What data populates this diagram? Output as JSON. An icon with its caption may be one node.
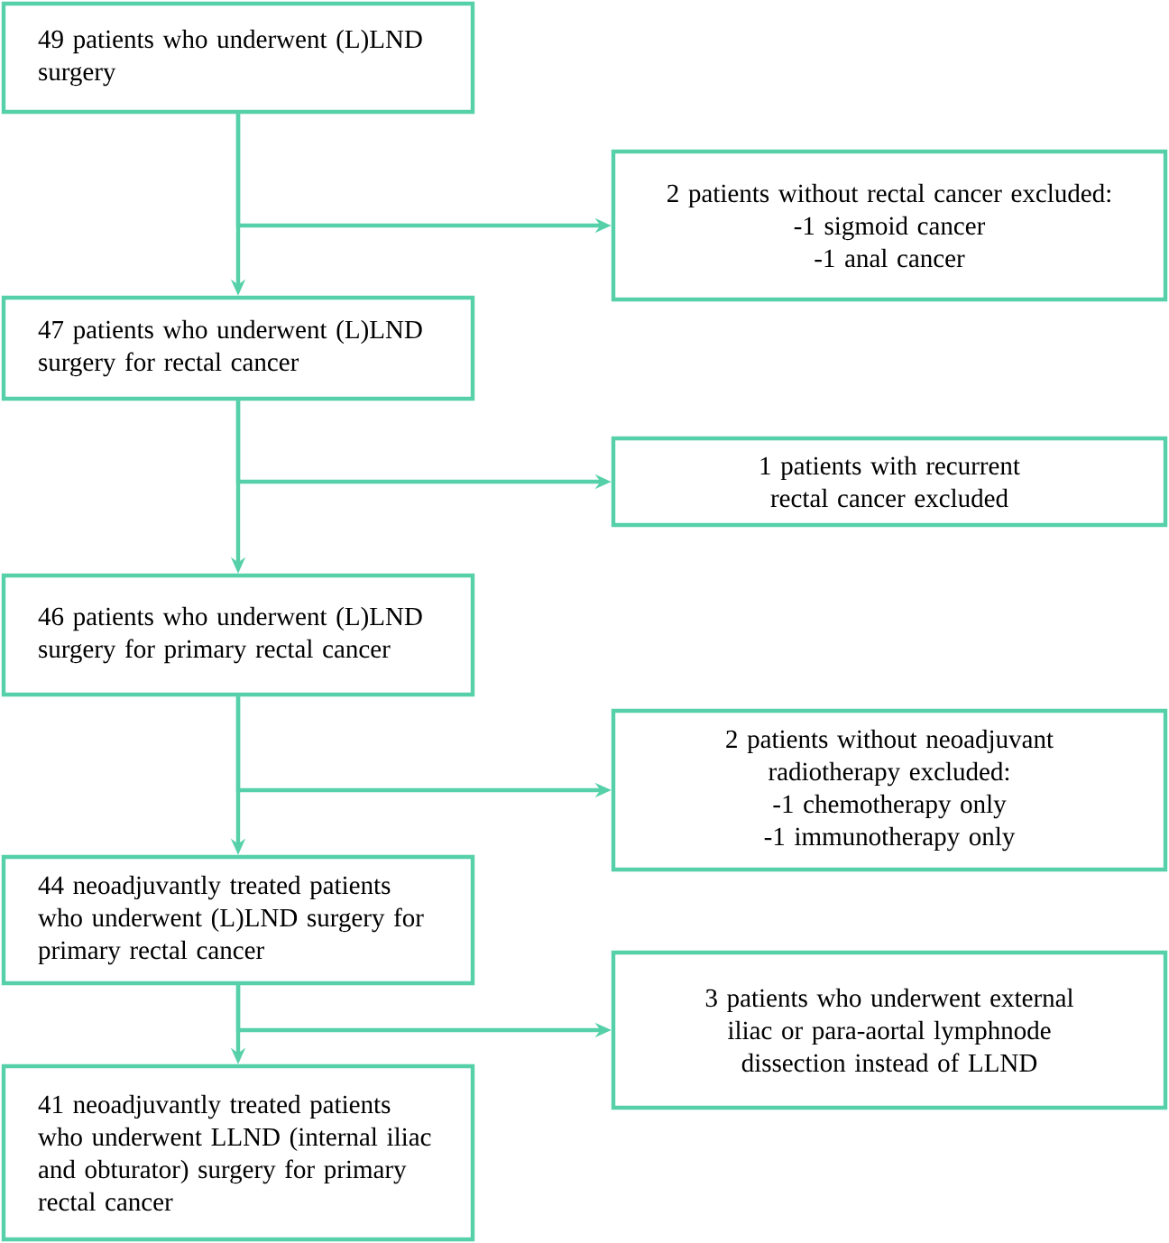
{
  "diagram": {
    "nodes": [
      {
        "text": [
          "49 patients who underwent (L)LND surgery"
        ]
      },
      {
        "text": [
          "2 patients without rectal cancer excluded:",
          "-1 sigmoid cancer",
          "-1 anal cancer"
        ]
      },
      {
        "text": [
          "47 patients who underwent (L)LND surgery for rectal cancer"
        ]
      },
      {
        "text": [
          "1 patients with recurrent rectal cancer excluded"
        ]
      },
      {
        "text": [
          "46 patients who underwent (L)LND surgery for primary rectal cancer"
        ]
      },
      {
        "text": [
          "2 patients without neoadjuvant radiotherapy excluded:",
          "-1 chemotherapy only",
          "-1 immunotherapy only"
        ]
      },
      {
        "text": [
          "44 neoadjuvantly treated patients who underwent (L)LND surgery for primary rectal cancer"
        ]
      },
      {
        "text": [
          "3 patients who underwent external iliac or para-aortal lymphnode dissection instead of LLND"
        ]
      },
      {
        "text": [
          "41 neoadjuvantly treated patients who underwent LLND (internal iliac and obturator) surgery for primary rectal cancer"
        ]
      }
    ],
    "edges": [
      {
        "from": 0,
        "to": 2,
        "arrow": "to"
      },
      {
        "from": 0,
        "to": 1,
        "arrow": "to"
      },
      {
        "from": 2,
        "to": 4,
        "arrow": "to"
      },
      {
        "from": 2,
        "to": 3,
        "arrow": "to"
      },
      {
        "from": 4,
        "to": 6,
        "arrow": "to"
      },
      {
        "from": 4,
        "to": 5,
        "arrow": "to"
      },
      {
        "from": 6,
        "to": 8,
        "arrow": "to"
      },
      {
        "from": 6,
        "to": 7,
        "arrow": "to"
      }
    ]
  }
}
